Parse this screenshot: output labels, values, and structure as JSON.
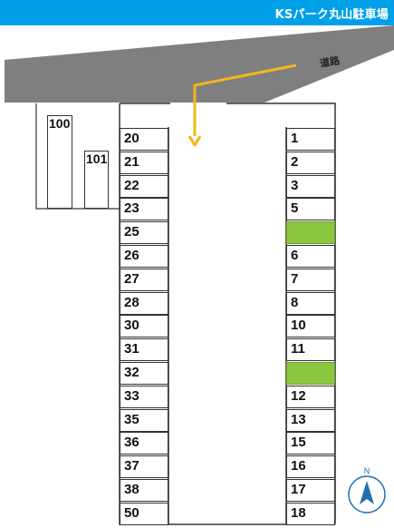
{
  "header": {
    "title": "KSパーク丸山駐車場"
  },
  "road": {
    "label": "道路"
  },
  "buildings": [
    {
      "label": "100"
    },
    {
      "label": "101"
    }
  ],
  "left_slots": [
    "20",
    "21",
    "22",
    "23",
    "25",
    "26",
    "27",
    "28",
    "30",
    "31",
    "32",
    "33",
    "35",
    "36",
    "37",
    "38",
    "50"
  ],
  "right_slots": [
    "1",
    "2",
    "3",
    "5",
    "",
    "6",
    "7",
    "8",
    "10",
    "11",
    "",
    "12",
    "13",
    "15",
    "16",
    "17",
    "18"
  ],
  "compass": {
    "north_label": "N"
  },
  "colors": {
    "header": "#00a0e9",
    "road": "#7f7f7f",
    "arrow": "#f4b51c",
    "green_zone": "#8cc63f",
    "compass": "#1f6fb2"
  }
}
